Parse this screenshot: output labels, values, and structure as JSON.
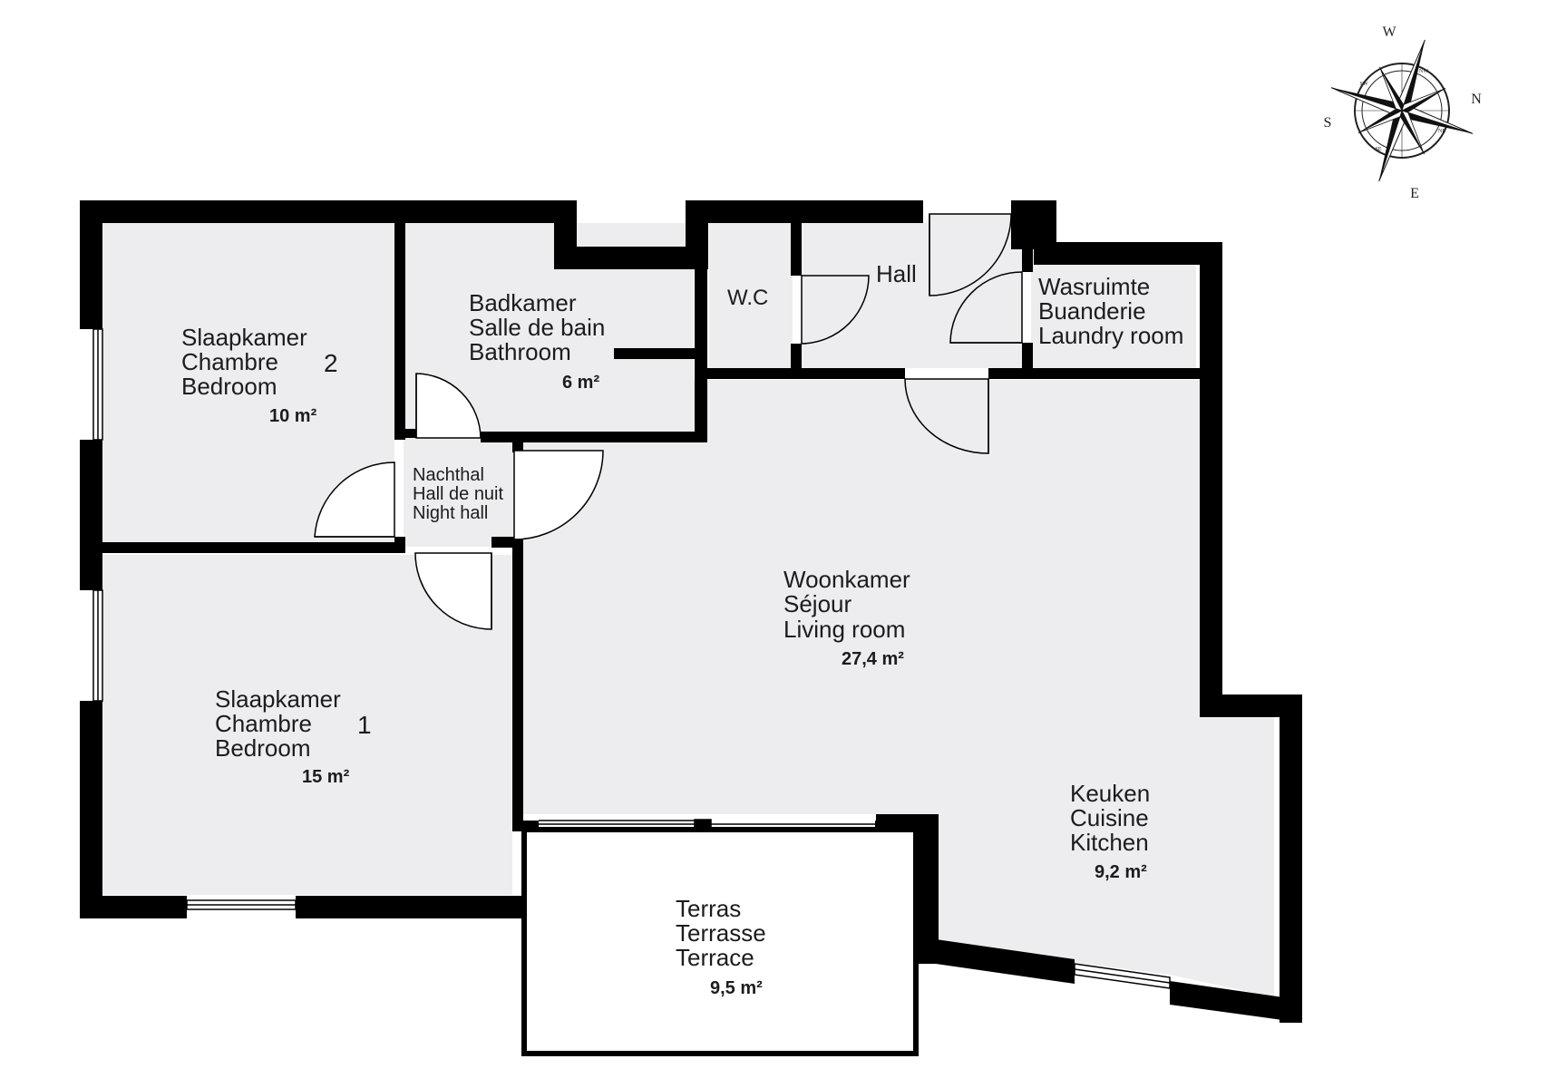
{
  "compass": {
    "letters": {
      "n": "N",
      "e": "E",
      "s": "S",
      "w": "W"
    },
    "inter": {
      "nw": "NW",
      "ne": "NE",
      "se": "SE",
      "sw": "SW"
    }
  },
  "rooms": {
    "bedroom2": {
      "nl": "Slaapkamer",
      "fr": "Chambre",
      "en": "Bedroom",
      "num": "2",
      "area": "10 m²"
    },
    "bathroom": {
      "nl": "Badkamer",
      "fr": "Salle de bain",
      "en": "Bathroom",
      "area": "6 m²"
    },
    "wc": {
      "label": "W.C"
    },
    "hall": {
      "label": "Hall"
    },
    "laundry": {
      "nl": "Wasruimte",
      "fr": "Buanderie",
      "en": "Laundry room"
    },
    "nighthall": {
      "nl": "Nachthal",
      "fr": "Hall de nuit",
      "en": "Night hall"
    },
    "living": {
      "nl": "Woonkamer",
      "fr": "Séjour",
      "en": "Living room",
      "area": "27,4 m²"
    },
    "bedroom1": {
      "nl": "Slaapkamer",
      "fr": "Chambre",
      "en": "Bedroom",
      "num": "1",
      "area": "15 m²"
    },
    "kitchen": {
      "nl": "Keuken",
      "fr": "Cuisine",
      "en": "Kitchen",
      "area": "9,2 m²"
    },
    "terrace": {
      "nl": "Terras",
      "fr": "Terrasse",
      "en": "Terrace",
      "area": "9,5 m²"
    }
  }
}
